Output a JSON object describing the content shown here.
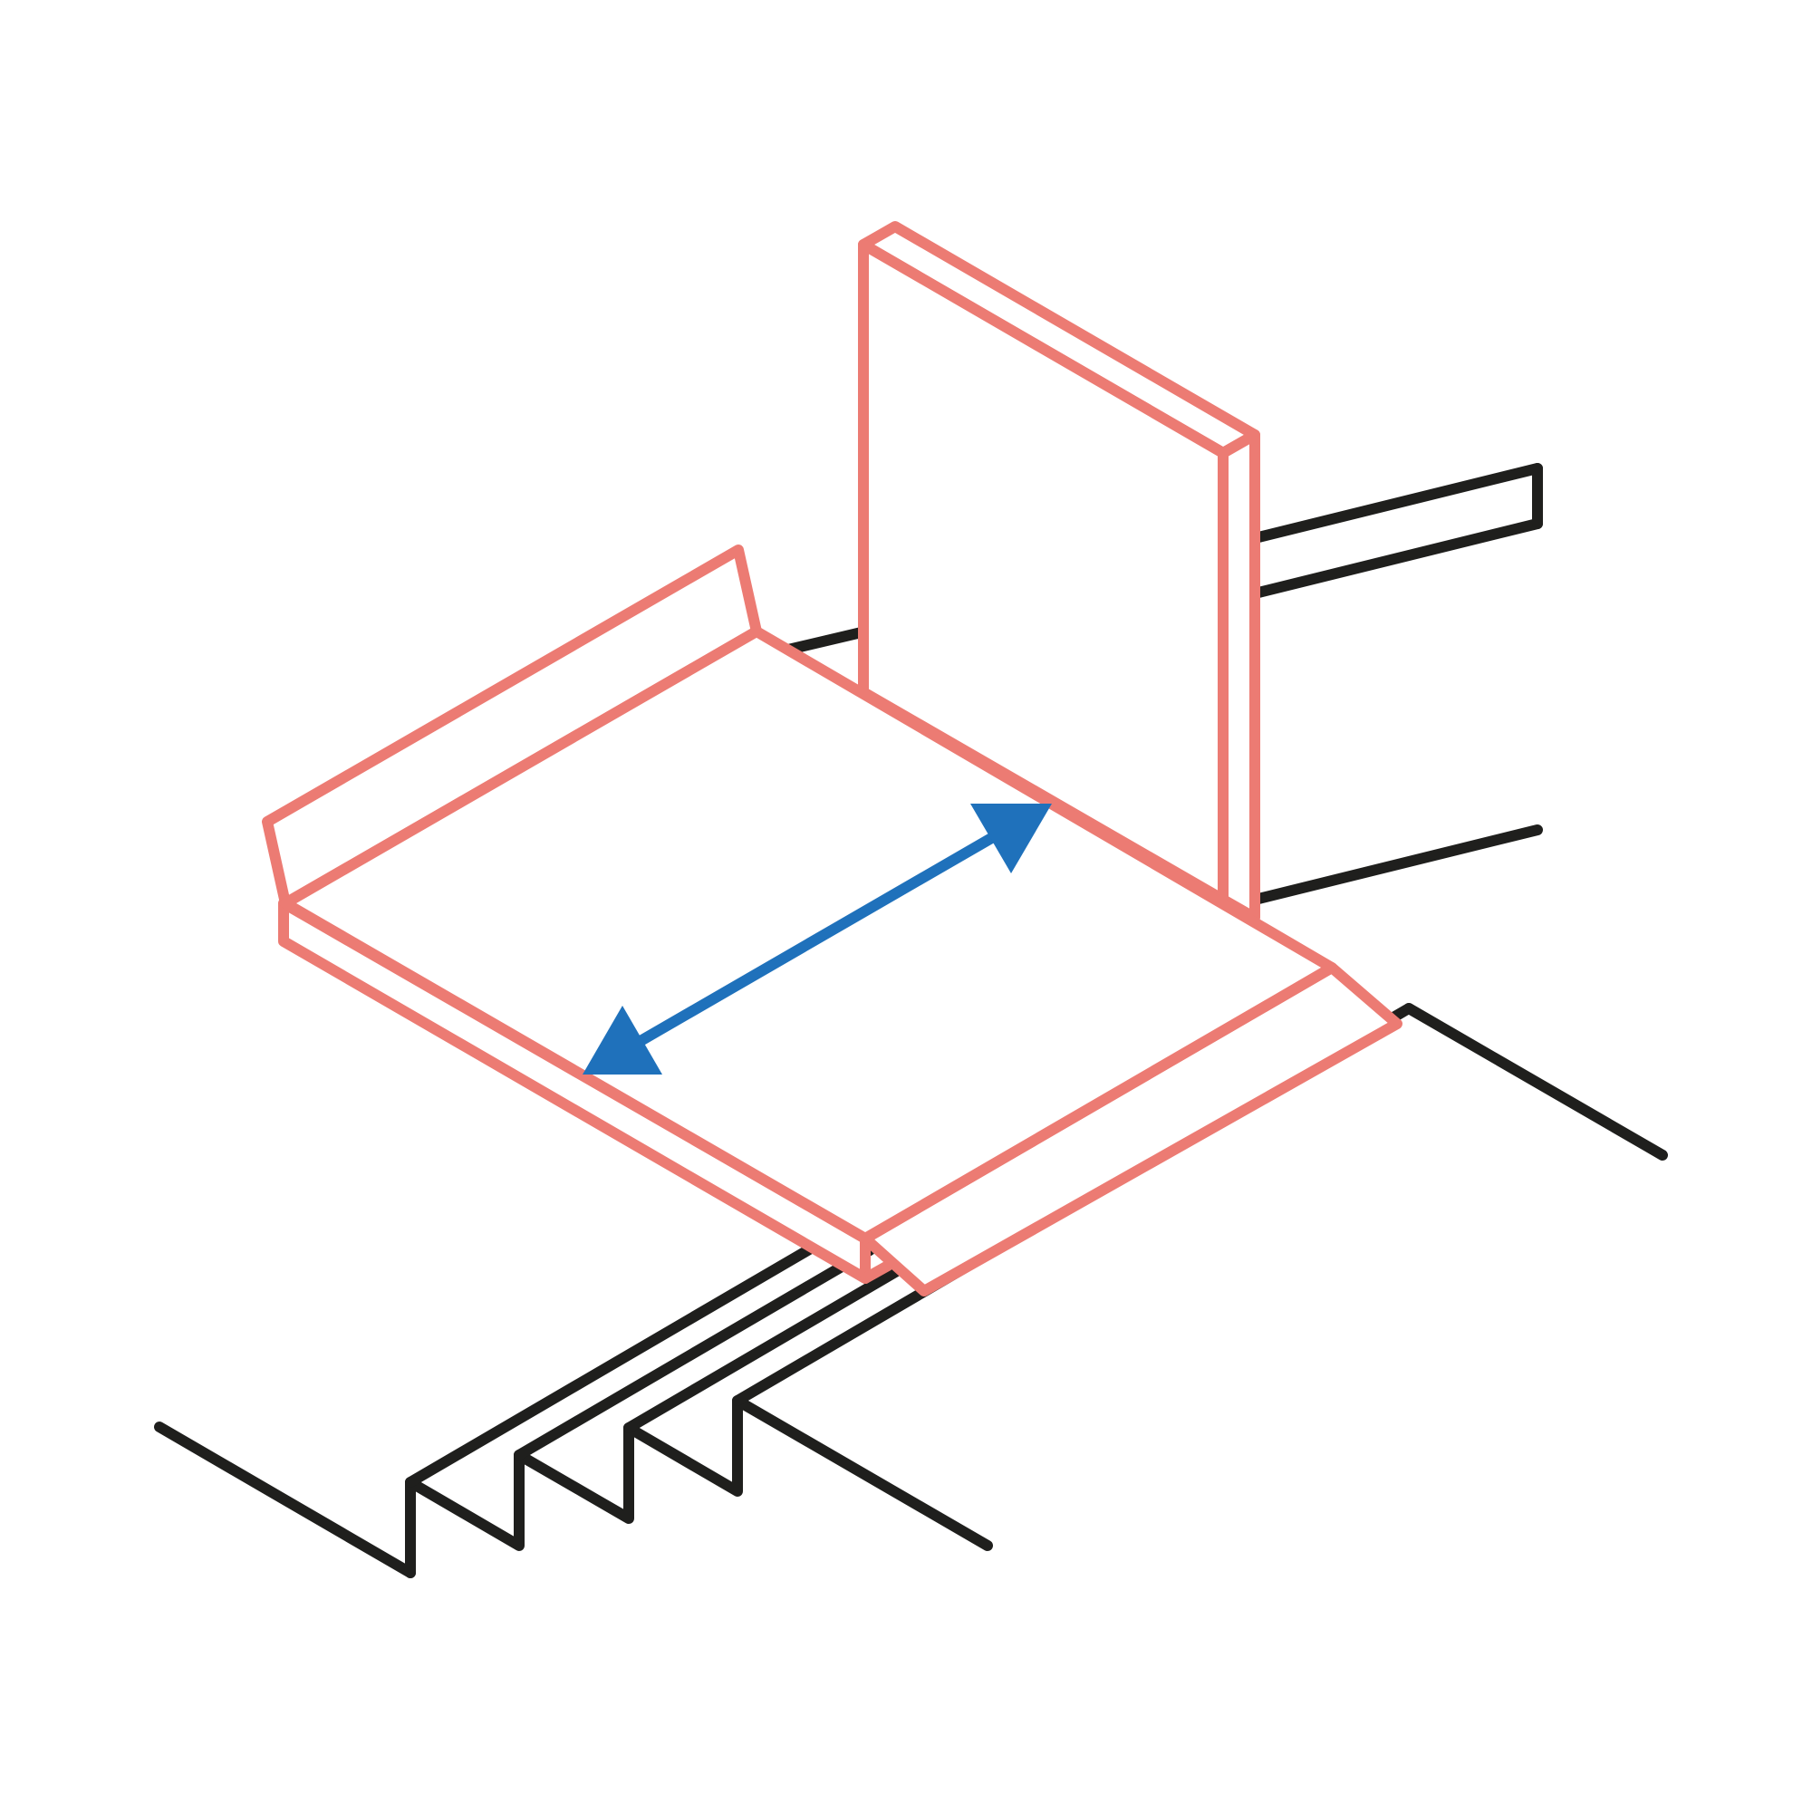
{
  "colors": {
    "structure": "#1f1f1d",
    "element": "#ec7b73",
    "indicator": "#1f71bb",
    "background": "#ffffff"
  },
  "diagram": {
    "style": "isometric line drawing",
    "parts": [
      "structure-lines",
      "slab-panel",
      "upright-panel",
      "double-arrow"
    ]
  }
}
